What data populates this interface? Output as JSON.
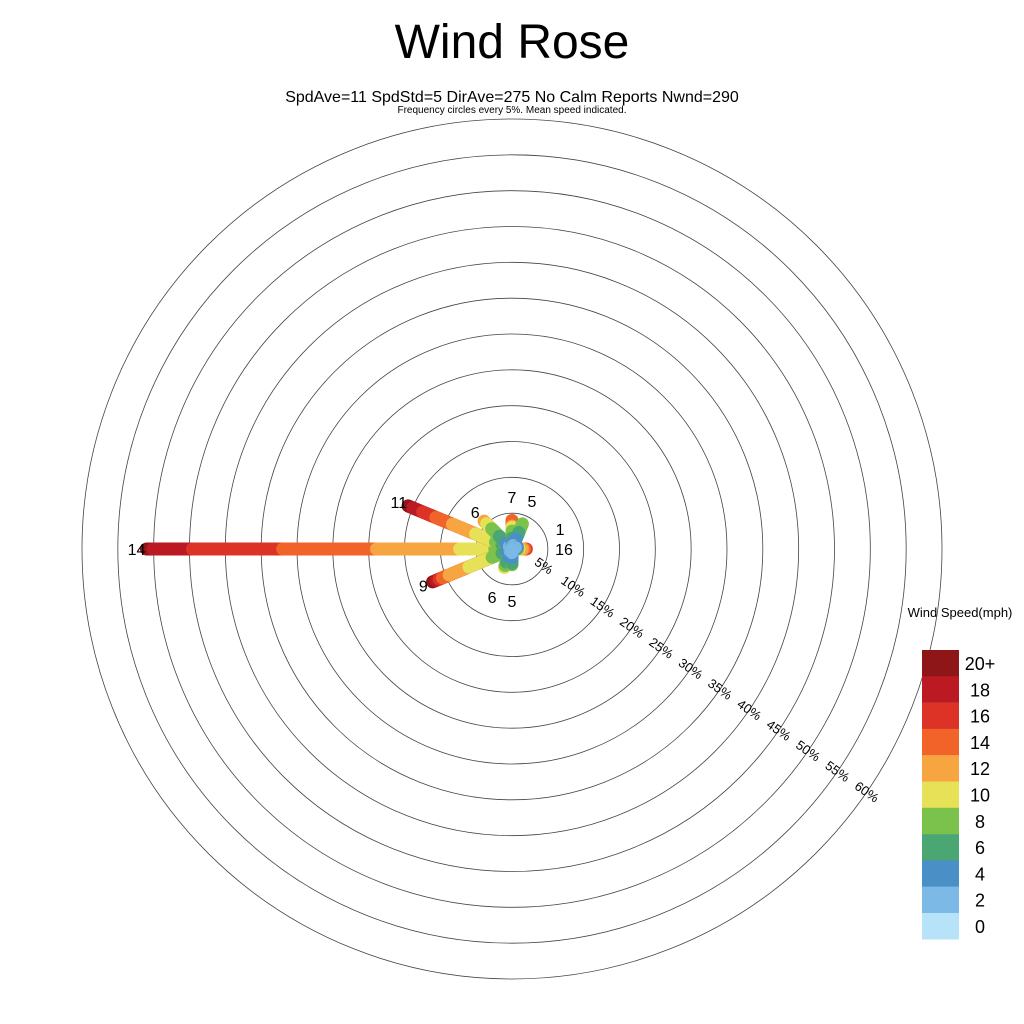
{
  "chart_data": {
    "type": "wind-rose",
    "title": "Wind Rose",
    "subtitle": "SpdAve=11  SpdStd=5  DirAve=275   No Calm Reports  Nwnd=290",
    "note": "Frequency circles every 5%. Mean speed indicated.",
    "radial_axis": {
      "unit": "%",
      "ticks": [
        5,
        10,
        15,
        20,
        25,
        30,
        35,
        40,
        45,
        50,
        55,
        60
      ],
      "tick_labels": [
        "5%",
        "10%",
        "15%",
        "20%",
        "25%",
        "30%",
        "35%",
        "40%",
        "45%",
        "50%",
        "55%",
        "60%"
      ],
      "max": 60
    },
    "legend": {
      "title": "Wind Speed(mph)",
      "labels": [
        "20+",
        "18",
        "16",
        "14",
        "12",
        "10",
        "8",
        "6",
        "4",
        "2",
        "0"
      ],
      "colors": [
        "#8e1518",
        "#bb1a22",
        "#dc3326",
        "#f16328",
        "#f7a541",
        "#e6e157",
        "#7bc24c",
        "#4aa673",
        "#4a8fc6",
        "#7cb9e6",
        "#b7e3f8"
      ]
    },
    "bins": [
      "0",
      "2",
      "4",
      "6",
      "8",
      "10",
      "12",
      "14",
      "16",
      "18",
      "20+"
    ],
    "spokes": [
      {
        "direction_deg": 270,
        "mean_speed": "14",
        "cumulative_pct": [
          0,
          0.3,
          0.8,
          1.5,
          2.4,
          7.3,
          18.9,
          32,
          44.6,
          50.1,
          51
        ]
      },
      {
        "direction_deg": 292.5,
        "mean_speed": "11",
        "cumulative_pct": [
          0,
          0.3,
          0.8,
          1.5,
          2.5,
          5.5,
          9,
          11.5,
          13.5,
          15,
          15.7
        ]
      },
      {
        "direction_deg": 247.5,
        "mean_speed": "9",
        "cumulative_pct": [
          0,
          0.3,
          0.8,
          1.5,
          3,
          6.5,
          9.5,
          10.5,
          11,
          11.5,
          12
        ]
      },
      {
        "direction_deg": 315,
        "mean_speed": "6",
        "cumulative_pct": [
          0,
          0.5,
          1.2,
          2.5,
          4,
          5,
          5.5,
          5.5,
          5.5,
          5.5,
          5.5
        ]
      },
      {
        "direction_deg": 0,
        "mean_speed": "7",
        "cumulative_pct": [
          0,
          0.3,
          0.8,
          1.5,
          2.5,
          3,
          3.2,
          4,
          4,
          4,
          4
        ]
      },
      {
        "direction_deg": 22.5,
        "mean_speed": "5",
        "cumulative_pct": [
          0,
          0.5,
          1.5,
          2.5,
          3.8,
          3.8,
          3.8,
          3.8,
          3.8,
          3.8,
          3.8
        ]
      },
      {
        "direction_deg": 90,
        "mean_speed": "16",
        "cumulative_pct": [
          0,
          0.2,
          0.4,
          0.6,
          0.8,
          1,
          1.5,
          1.8,
          2,
          2,
          2
        ]
      },
      {
        "direction_deg": 67.5,
        "mean_speed": "1",
        "cumulative_pct": [
          0,
          0.5,
          0.8,
          0.8,
          0.8,
          0.8,
          0.8,
          0.8,
          0.8,
          0.8,
          0.8
        ]
      },
      {
        "direction_deg": 202.5,
        "mean_speed": "6",
        "cumulative_pct": [
          0,
          0.5,
          1.2,
          2,
          2.5,
          2.8,
          2.8,
          2.8,
          2.8,
          2.8,
          2.8
        ]
      },
      {
        "direction_deg": 180,
        "mean_speed": "5",
        "cumulative_pct": [
          0,
          0.5,
          1.2,
          2,
          2.2,
          2.2,
          2.2,
          2.2,
          2.2,
          2.2,
          2.2
        ]
      }
    ]
  }
}
